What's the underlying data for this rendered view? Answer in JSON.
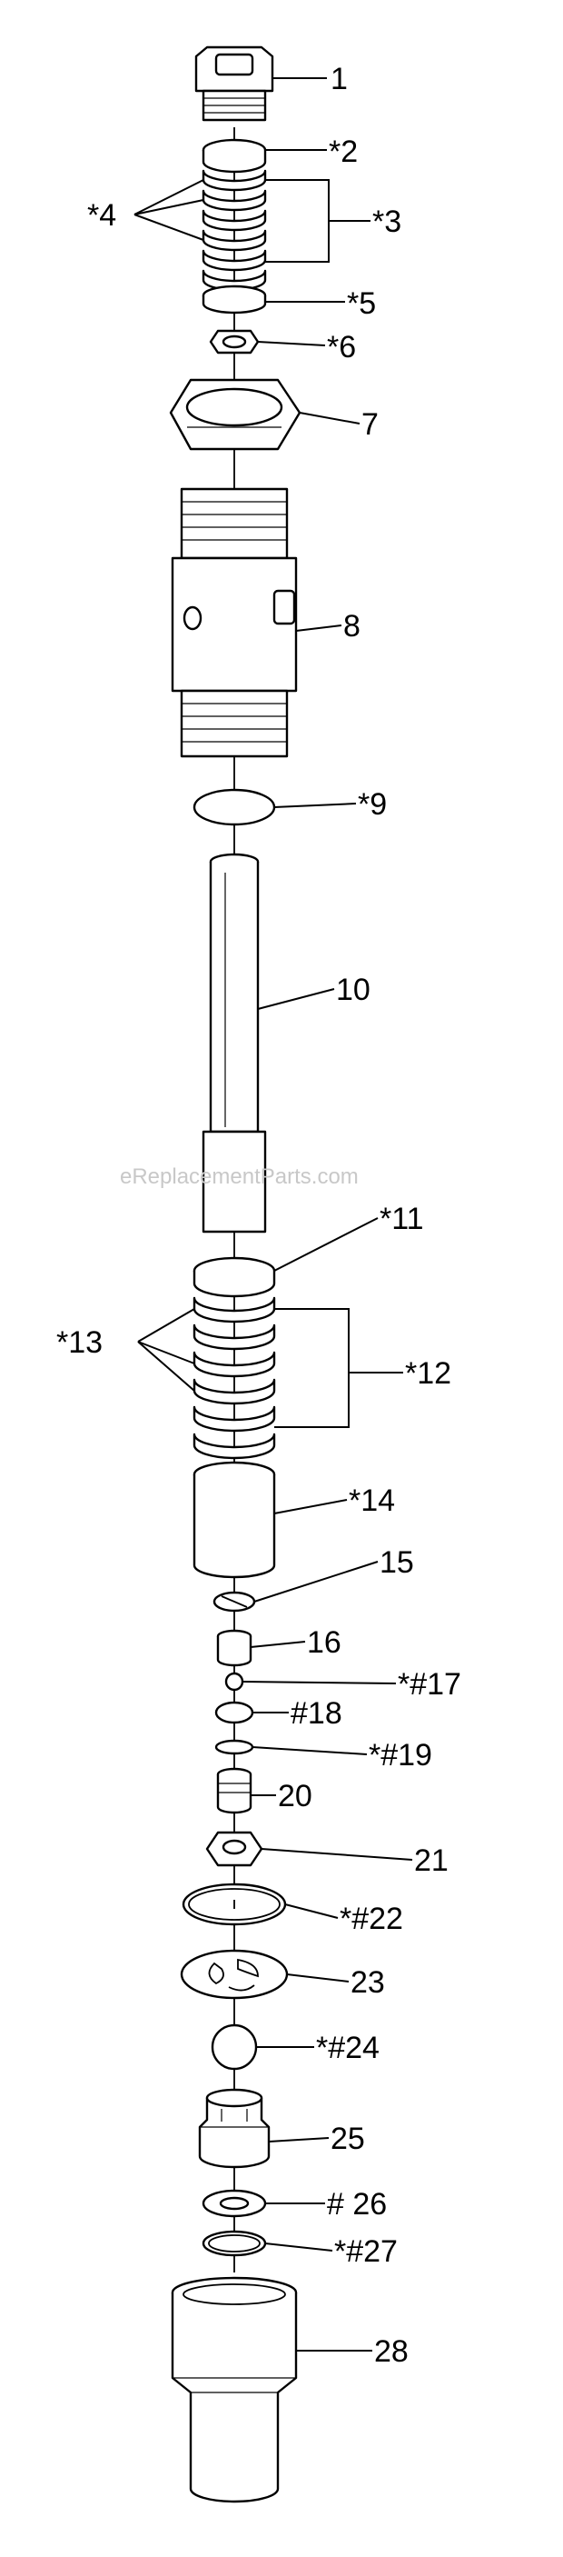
{
  "watermark": "eReplacementParts.com",
  "labels": {
    "l1": "1",
    "l2": "*2",
    "l3": "*3",
    "l4": "*4",
    "l5": "*5",
    "l6": "*6",
    "l7": "7",
    "l8": "8",
    "l9": "*9",
    "l10": "10",
    "l11": "*11",
    "l12": "*12",
    "l13": "*13",
    "l14": "*14",
    "l15": "15",
    "l16": "16",
    "l17": "*#17",
    "l18": "#18",
    "l19": "*#19",
    "l20": "20",
    "l21": "21",
    "l22": "*#22",
    "l23": "23",
    "l24": "*#24",
    "l25": "25",
    "l26": "# 26",
    "l27": "*#27",
    "l28": "28"
  }
}
